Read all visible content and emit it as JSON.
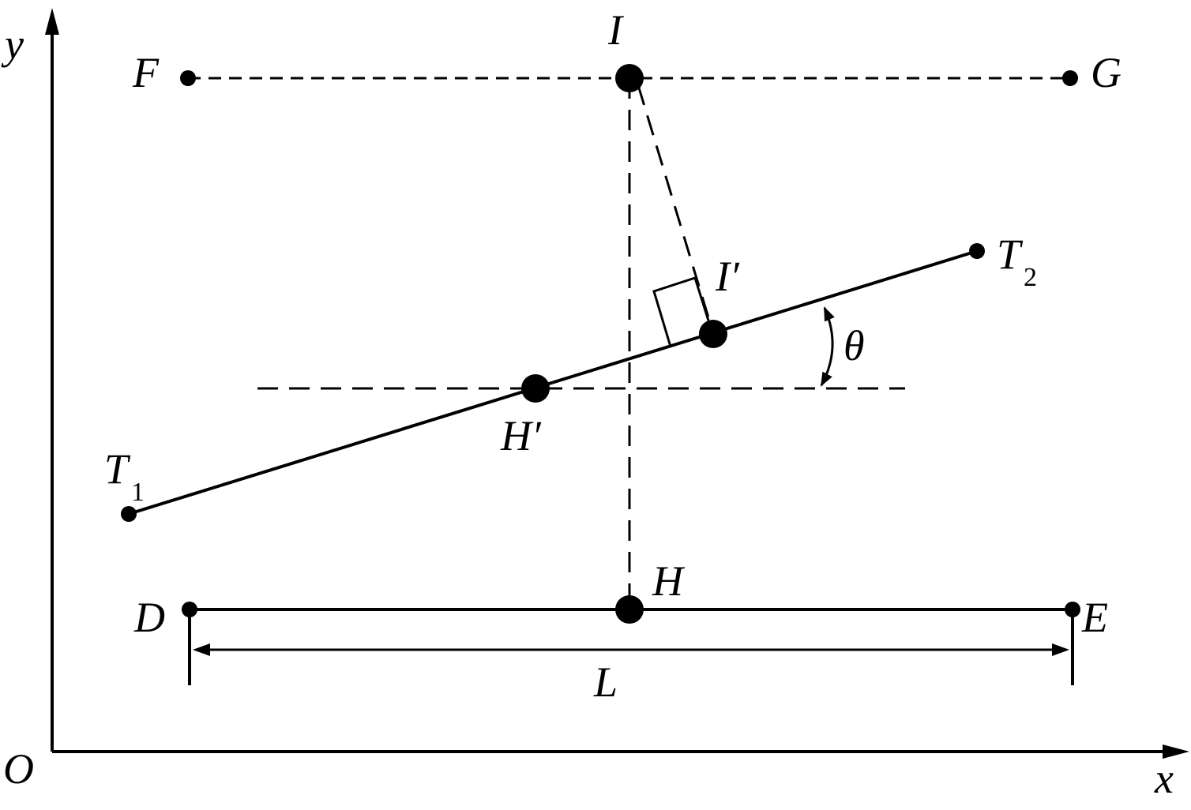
{
  "labels": {
    "y_axis": "y",
    "x_axis": "x",
    "origin": "O",
    "F": "F",
    "G": "G",
    "I": "I",
    "I_prime": "I′",
    "T": "T",
    "T1_sub": "1",
    "T2_sub": "2",
    "theta": "θ",
    "H": "H",
    "H_prime": "H′",
    "D": "D",
    "E": "E",
    "L": "L"
  }
}
